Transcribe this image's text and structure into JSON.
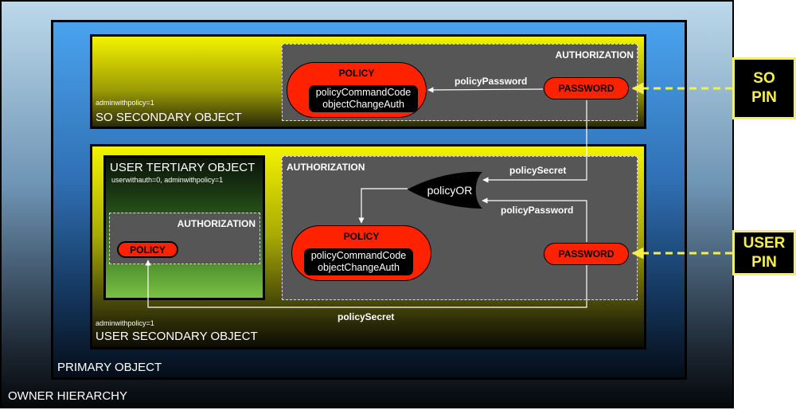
{
  "owner": {
    "label": "OWNER HIERARCHY"
  },
  "primary": {
    "label": "PRIMARY OBJECT"
  },
  "so_secondary": {
    "label": "SO SECONDARY OBJECT",
    "attr": "adminwithpolicy=1",
    "authorization": {
      "label": "AUTHORIZATION",
      "policy": {
        "title": "POLICY",
        "command": "policyCommandCode",
        "value": "objectChangeAuth"
      },
      "password": "PASSWORD",
      "link_label": "policyPassword"
    }
  },
  "user_secondary": {
    "label": "USER SECONDARY OBJECT",
    "attr": "adminwithpolicy=1",
    "authorization": {
      "label": "AUTHORIZATION",
      "policy": {
        "title": "POLICY",
        "command": "policyCommandCode",
        "value": "objectChangeAuth"
      },
      "password": "PASSWORD",
      "policy_or": "policyOR",
      "secret_label": "policySecret",
      "password_label": "policyPassword"
    },
    "bottom_secret_label": "policySecret"
  },
  "user_tertiary": {
    "label": "USER TERTIARY OBJECT",
    "attr": "userwithauth=0, adminwithpolicy=1",
    "authorization": {
      "label": "AUTHORIZATION",
      "policy": "POLICY"
    }
  },
  "pins": {
    "so": {
      "line1": "SO",
      "line2": "PIN"
    },
    "user": {
      "line1": "USER",
      "line2": "PIN"
    }
  },
  "colors": {
    "policy_red": "#ff2200",
    "pin_yellow": "#f5ef4a",
    "auth_gray": "#565656"
  }
}
